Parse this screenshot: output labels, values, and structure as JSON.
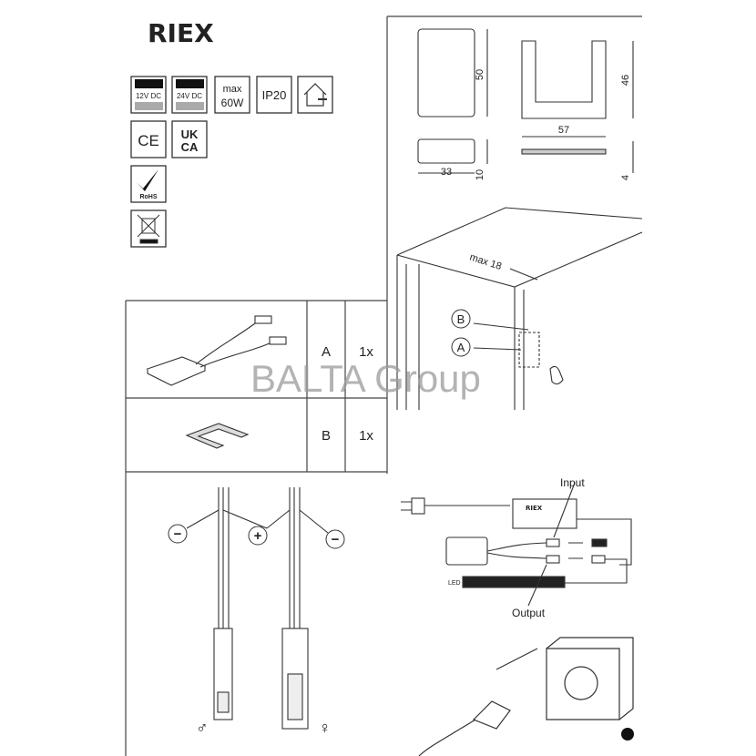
{
  "brand": {
    "logo_text": "RIEX"
  },
  "spec_icons": {
    "voltage_12": "12V DC",
    "voltage_24": "24V DC",
    "power_line1": "max",
    "power_line2": "60W",
    "ip_rating": "IP20",
    "indoor_icon": "indoor-use-icon",
    "ce": "CE",
    "ukca_line1": "UK",
    "ukca_line2": "CA",
    "rohs": "RoHS",
    "weee_icon": "crossed-bin-icon"
  },
  "dimensions": {
    "height_a": "50",
    "width_a": "33",
    "depth_a": "10",
    "height_b": "46",
    "width_b": "57",
    "depth_b": "4",
    "max_thickness": "max 18"
  },
  "mounting": {
    "label_b": "B",
    "label_a": "A"
  },
  "parts_table": [
    {
      "letter": "A",
      "qty": "1x"
    },
    {
      "letter": "B",
      "qty": "1x"
    }
  ],
  "polarity": {
    "minus": "−",
    "plus": "+",
    "male_symbol": "♂",
    "female_symbol": "♀"
  },
  "wiring": {
    "input_label": "Input",
    "output_label": "Output",
    "led_label": "LED",
    "device_logo": "RIEX"
  },
  "watermark": "BALTA Group"
}
